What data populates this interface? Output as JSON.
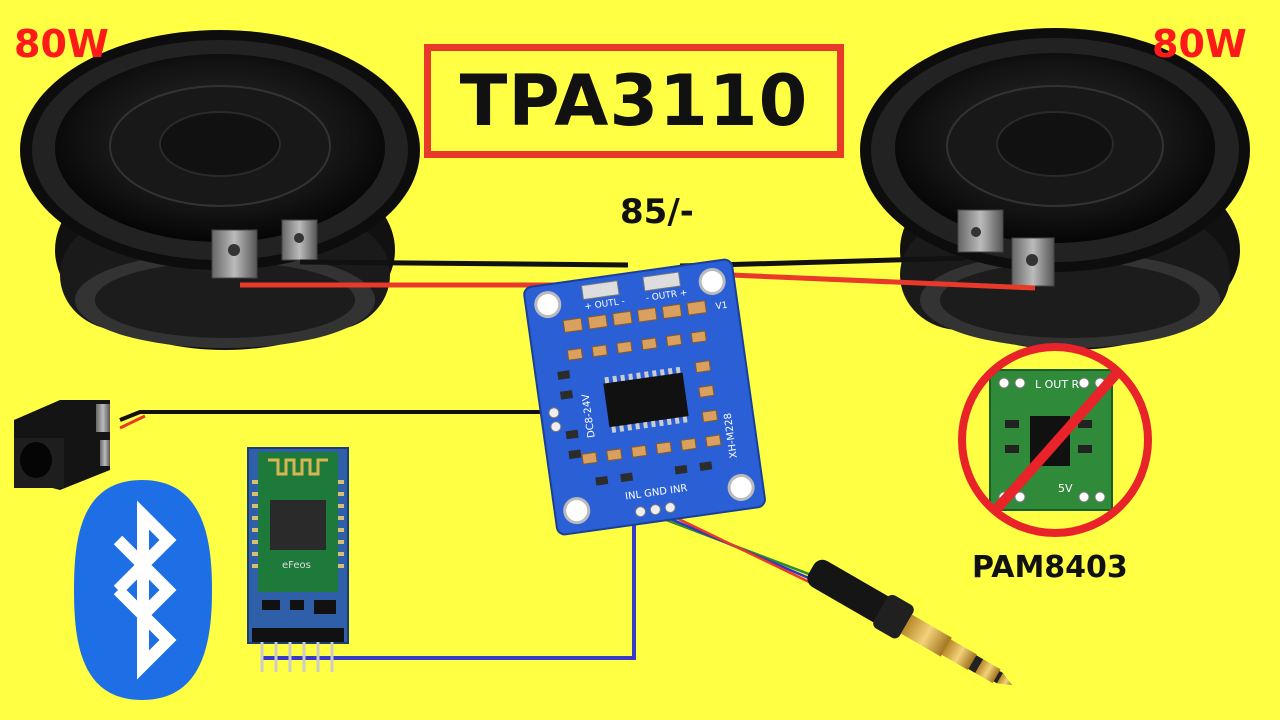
{
  "title": "TPA3110",
  "price": "85/-",
  "speaker_left": {
    "wattage": "80W"
  },
  "speaker_right": {
    "wattage": "80W"
  },
  "amp_board": {
    "out_left_label": "+ OUTL -",
    "out_right_label": "- OUTR +",
    "input_labels": "INL GND INR",
    "model_label": "XH-M228",
    "voltage_label": "DC8-24V",
    "corner_label": "V1"
  },
  "crossed_module": {
    "name": "PAM8403",
    "out_label": "L OUT R",
    "voltage_label": "5V"
  },
  "bluetooth_module": {
    "brand_label": "eFeos"
  },
  "colors": {
    "background": "#ffff44",
    "accent_red": "#e8392a",
    "board_blue": "#2a5fd6",
    "bluetooth_blue": "#1e6fe6"
  },
  "icons": [
    "bluetooth-icon",
    "speaker-icon",
    "dc-jack-icon",
    "audio-jack-icon"
  ]
}
